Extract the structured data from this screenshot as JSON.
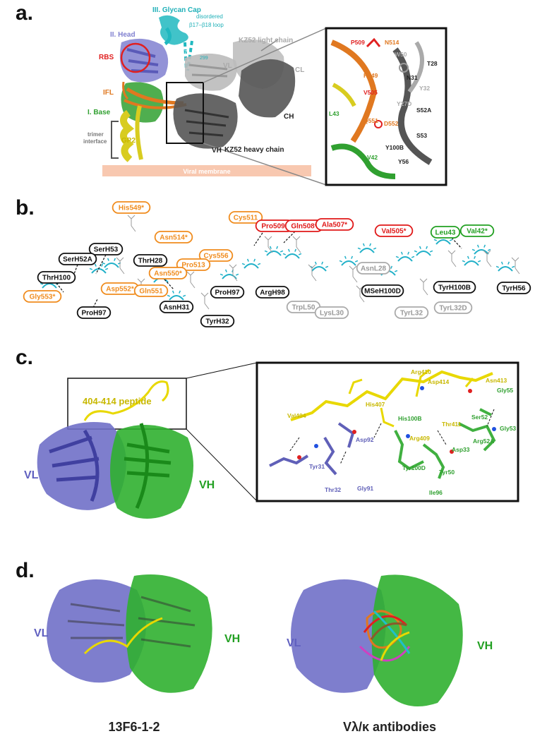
{
  "panels": {
    "a": "a.",
    "b": "b.",
    "c": "c.",
    "d": "d."
  },
  "panel_a": {
    "glycan_cap": "III. Glycan Cap",
    "disordered": "disordered",
    "loop": "β17–β18 loop",
    "head": "II. Head",
    "rbs": "RBS",
    "ifl": "IFL",
    "base": "I. Base",
    "gp2": "GP2",
    "trimer": "trimer",
    "interface": "interface",
    "light_chain": "KZ52 light chain",
    "heavy_chain": "KZ52 heavy chain",
    "vl": "VL",
    "cl": "CL",
    "ch": "CH",
    "vh": "VH",
    "n278": "278",
    "n299": "299",
    "membrane": "Viral membrane",
    "zoom": {
      "P509": "P509",
      "N514": "N514",
      "W50": "W50",
      "T28": "T28",
      "N31": "N31",
      "Y32": "Y32",
      "H549": "H549",
      "V505": "V505",
      "Y27D": "Y27D",
      "S52A": "S52A",
      "L43": "L43",
      "Q551": "Q551",
      "D552": "D552",
      "S53": "S53",
      "Y100B": "Y100B",
      "V42": "V42",
      "Y56": "Y56"
    },
    "colors": {
      "head": "#8080d0",
      "cap": "#20b8c0",
      "base": "#30a030",
      "ifl": "#e07820",
      "gp2": "#d8cc20",
      "light": "#bbbbbb",
      "heavy": "#555555",
      "rbs": "#e02020",
      "membrane": "#f8c8b0"
    }
  },
  "panel_b": {
    "residues": [
      {
        "text": "His549*",
        "type": "orange"
      },
      {
        "text": "SerH53",
        "type": "black"
      },
      {
        "text": "SerH52A",
        "type": "black"
      },
      {
        "text": "ThrH100",
        "type": "black"
      },
      {
        "text": "Asn514*",
        "type": "orange"
      },
      {
        "text": "ThrH28",
        "type": "black"
      },
      {
        "text": "Cys511",
        "type": "orange"
      },
      {
        "text": "Pro509*",
        "type": "red"
      },
      {
        "text": "Gln508*",
        "type": "red"
      },
      {
        "text": "Ala507*",
        "type": "red"
      },
      {
        "text": "Val505*",
        "type": "red"
      },
      {
        "text": "Leu43",
        "type": "green"
      },
      {
        "text": "Val42*",
        "type": "green"
      },
      {
        "text": "Cys556",
        "type": "orange"
      },
      {
        "text": "Pro513",
        "type": "orange"
      },
      {
        "text": "Asn550*",
        "type": "orange"
      },
      {
        "text": "Asp552*",
        "type": "orange"
      },
      {
        "text": "Gly553*",
        "type": "orange"
      },
      {
        "text": "Gln551",
        "type": "orange"
      },
      {
        "text": "ProH97",
        "type": "black"
      },
      {
        "text": "AsnH31",
        "type": "black"
      },
      {
        "text": "TyrH32",
        "type": "black"
      },
      {
        "text": "ProH97",
        "type": "black"
      },
      {
        "text": "ArgH98",
        "type": "black"
      },
      {
        "text": "TrpL50",
        "type": "grey"
      },
      {
        "text": "AsnL28",
        "type": "grey"
      },
      {
        "text": "LysL30",
        "type": "grey"
      },
      {
        "text": "MSeH100D",
        "type": "black"
      },
      {
        "text": "TyrL32",
        "type": "grey"
      },
      {
        "text": "TyrL32D",
        "type": "grey"
      },
      {
        "text": "TyrH100B",
        "type": "black"
      },
      {
        "text": "TyrH56",
        "type": "black"
      }
    ],
    "colors": {
      "orange": "#f08c1e",
      "red": "#e01818",
      "green": "#22a022",
      "black": "#111111",
      "grey": "#aaaaaa",
      "arc": "#20b0c8"
    }
  },
  "panel_c": {
    "peptide": "404-414 peptide",
    "vl": "VL",
    "vh": "VH",
    "zoom": {
      "Arg410": "Arg410",
      "Asp414": "Asp414",
      "Asn413": "Asn413",
      "Gly55": "Gly55",
      "His407": "His407",
      "Val404": "Val404",
      "His100B": "His100B",
      "Ser52": "Ser52",
      "Thr411": "Thr411",
      "Gly53": "Gly53",
      "Arg409": "Arg409",
      "Arg52A": "Arg52A",
      "Asp92": "Asp92",
      "Asp33": "Asp33",
      "Tyr31": "Tyr31",
      "Tyr100D": "Tyr100D",
      "Tyr50": "Tyr50",
      "Thr32": "Thr32",
      "Gly91": "Gly91",
      "Ile96": "Ile96"
    }
  },
  "panel_d": {
    "vl_left": "VL",
    "vh_left": "VH",
    "vl_right": "VL",
    "vh_right": "VH",
    "caption_left": "13F6-1-2",
    "caption_right": "Vλ/κ antibodies"
  }
}
